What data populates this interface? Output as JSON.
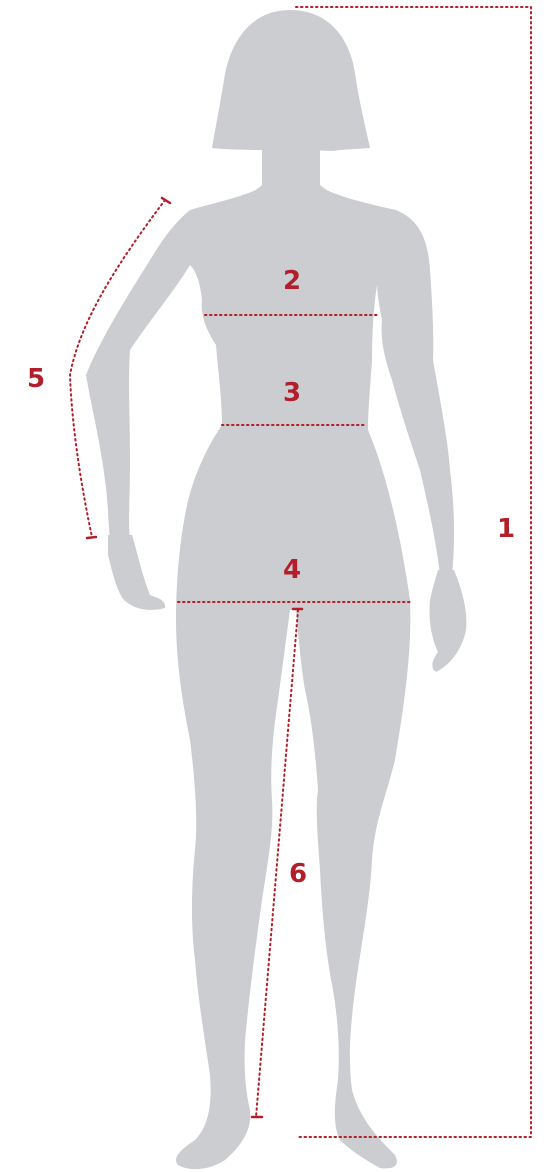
{
  "diagram": {
    "colors": {
      "silhouette": "#cbcdd0",
      "measure": "#b21f2a"
    },
    "labels": {
      "height": "1",
      "bust": "2",
      "waist": "3",
      "hips": "4",
      "arm": "5",
      "inseam": "6"
    }
  }
}
